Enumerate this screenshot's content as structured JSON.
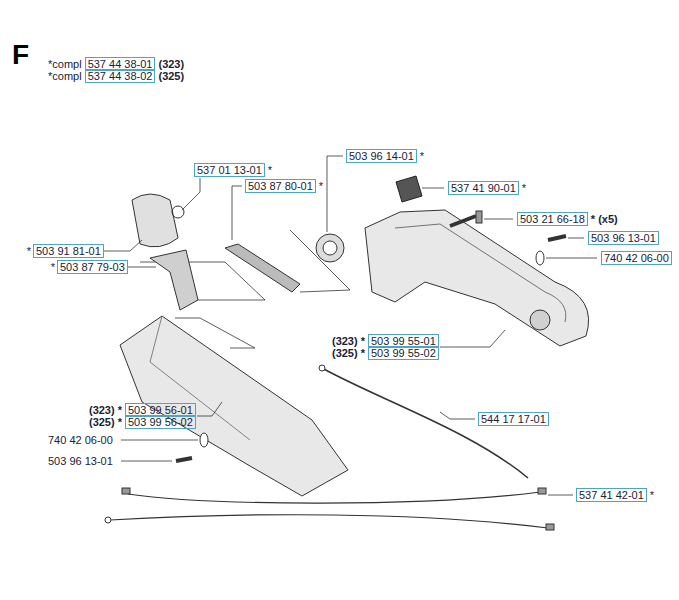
{
  "diagram": {
    "title": "F",
    "labels": [
      "*compl",
      "537 44 38-01",
      "(323)",
      "*compl",
      "537 44 38-02",
      "(325)",
      "537 01 13-01",
      "*",
      "503 87 80-01",
      "*",
      "503 96 14-01",
      "*",
      "537 41 90-01",
      "*",
      "503 21 66-18",
      "* (x5)",
      "503 96 13-01",
      "740 42 06-00",
      "*",
      "503 91 81-01",
      "*",
      "503 87 79-03",
      "(323) *",
      "503 99 55-01",
      "(325) *",
      "503 99 55-02",
      "(323) *",
      "503 99 56-01",
      "(325) *",
      "503 99 56-02",
      "740 42 06-00",
      "503 96 13-01",
      "544 17 17-01",
      "537 41 42-01",
      "*"
    ]
  }
}
